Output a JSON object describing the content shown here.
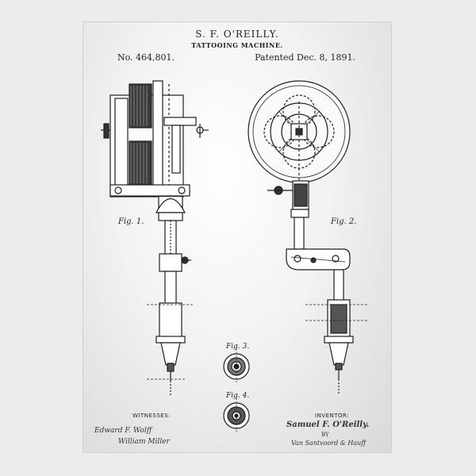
{
  "patent": {
    "inventor_name": "S. F. O'REILLY.",
    "invention_title": "TATTOOING MACHINE.",
    "number": "No. 464,801.",
    "date": "Patented Dec. 8, 1891."
  },
  "figures": {
    "fig1": "Fig. 1.",
    "fig2": "Fig. 2.",
    "fig3": "Fig. 3.",
    "fig4": "Fig. 4."
  },
  "footer": {
    "witnesses_label": "WITNESSES:",
    "witness_1": "Edward F. Wolff",
    "witness_2": "William Miller",
    "inventor_label": "INVENTOR:",
    "inventor_signature": "Samuel F. O'Reilly.",
    "by_label": "BY",
    "attorneys": "Van Santvoord & Hauff"
  },
  "colors": {
    "ink": "#1e1e1e",
    "paper": "#f7f7f7",
    "frame": "#ececec"
  }
}
